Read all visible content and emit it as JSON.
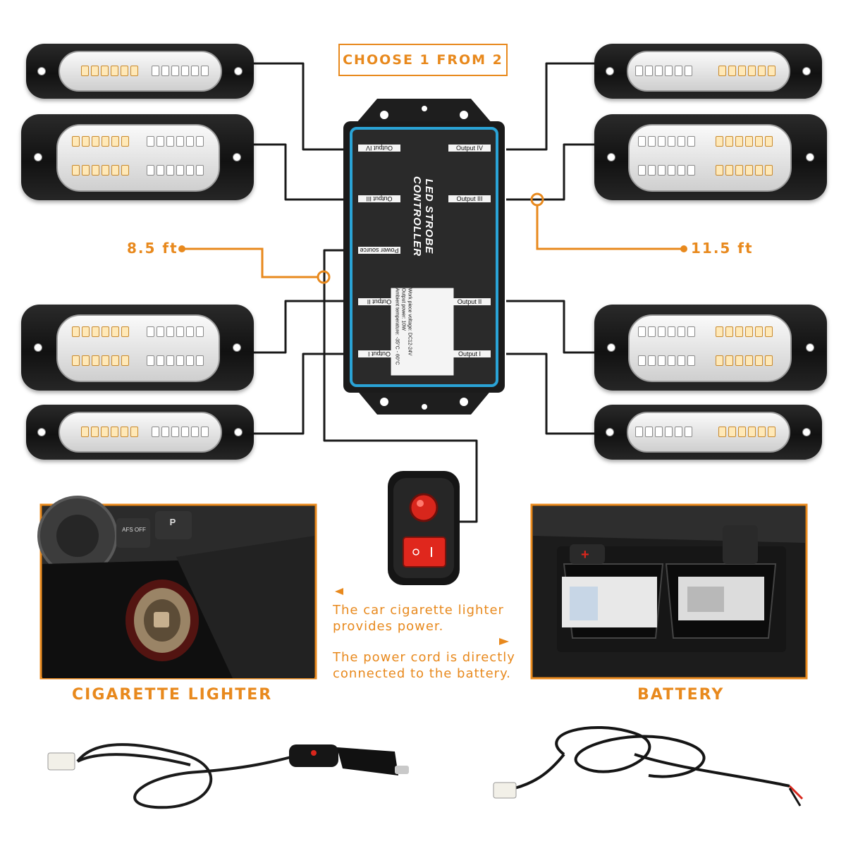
{
  "header": {
    "choose_label": "CHOOSE 1 FROM 2"
  },
  "controller": {
    "title": "LED STROBE CONTROLLER",
    "ports_left": [
      "Output IV",
      "Output III",
      "Power source",
      "Output II",
      "Output I"
    ],
    "ports_right": [
      "Output IV",
      "Output III",
      "Output II",
      "Output I"
    ],
    "spec_lines": [
      "Work piece voltage: DC12-24V",
      "Output power: 10W",
      "Ambient temperature: -35°C - 60°C"
    ]
  },
  "cable_lengths": {
    "left": "8.5 ft",
    "right": "11.5 ft"
  },
  "captions": {
    "lighter": "The car cigarette lighter\nprovides power.",
    "battery": "The power cord is directly\nconnected to the battery."
  },
  "photos": {
    "lighter_label": "CIGARETTE LIGHTER",
    "battery_label": "BATTERY",
    "lighter_buttons": [
      "AFS OFF",
      "P"
    ]
  },
  "colors": {
    "accent": "#e8891d",
    "controller_border": "#2aa3d6",
    "amber_led": "#ffe9b8"
  },
  "icons": [
    "rocker-switch-icon",
    "cigarette-lighter-plug-icon",
    "battery-wire-icon"
  ]
}
